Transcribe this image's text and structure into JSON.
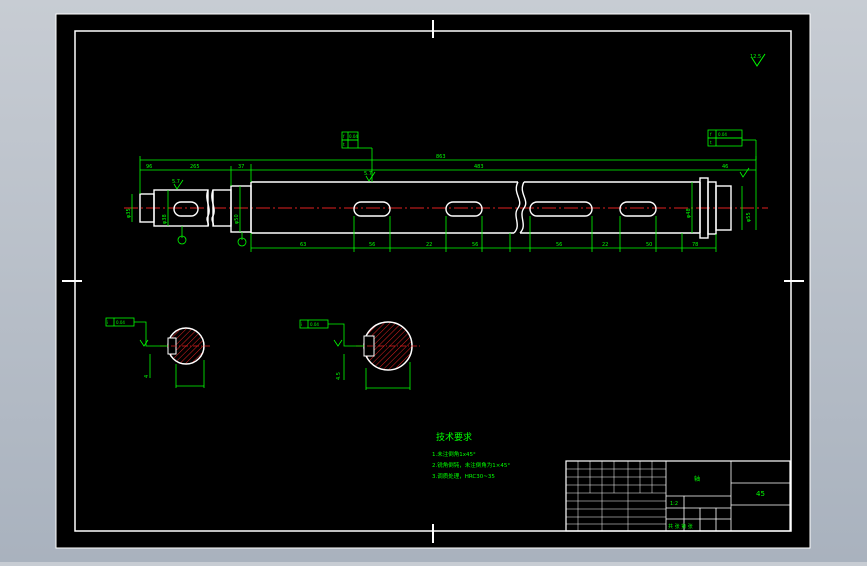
{
  "drawing": {
    "roughness_mark": "12.5",
    "overall_length": "863",
    "span_483": "483",
    "left_dims": [
      "96",
      "265",
      "37"
    ],
    "right_dim_top": "46",
    "bottom_dims": [
      "63",
      "56",
      "22",
      "56",
      "56",
      "22",
      "50",
      "78"
    ],
    "surface_callouts": [
      "5.7",
      "5.7"
    ],
    "tolerance_frames": {
      "top_middle": [
        "f",
        "0.04",
        "t"
      ],
      "top_right": [
        "f",
        "0.04",
        "t"
      ],
      "section_left": [
        "i",
        "0.04"
      ],
      "section_right": [
        "i",
        "0.04"
      ]
    },
    "diameters": [
      "φ35",
      "φ38",
      "φ50",
      "φ48",
      "φ55"
    ],
    "section_labels": [
      "4",
      "4.5"
    ],
    "tech_title": "技术要求",
    "tech_notes": [
      "1.未注倒角1x45°",
      "2.锐角倒钝，未注倒角为1×45°",
      "3.调质处理，HRC30~35"
    ],
    "title_block": {
      "part_name": "轴",
      "material": "45",
      "scale": "1:2",
      "sheet_label": "共 张 第 张"
    }
  }
}
